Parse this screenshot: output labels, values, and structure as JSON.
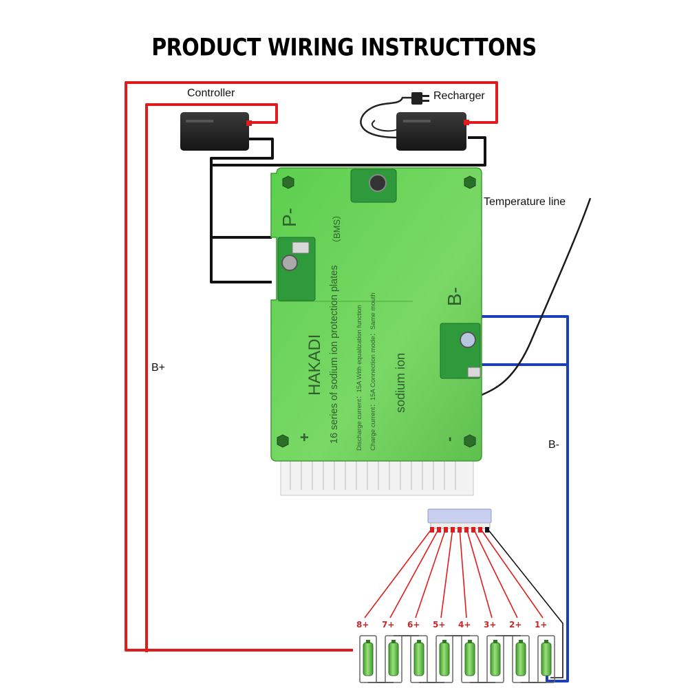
{
  "title": "PRODUCT WIRING INSTRUCTTONS",
  "labels": {
    "controller": "Controller",
    "recharger": "Recharger",
    "temperature_line": "Temperature line",
    "b_plus": "B+",
    "b_minus": "B-"
  },
  "board": {
    "p_minus": "P-",
    "b_minus": "B-",
    "bms": "（BMS）",
    "brand": "HAKADI",
    "description": "16 series of sodium ion protection plates",
    "discharge": "Discharge current：15A   With equalization function",
    "charge": "Charge current：15A   Connection mode：Same mouth",
    "chemistry": "sodium ion",
    "plus": "+",
    "minus": "-"
  },
  "cells": [
    "8+",
    "7+",
    "6+",
    "5+",
    "4+",
    "3+",
    "2+",
    "1+"
  ],
  "colors": {
    "positive_wire": "#e01b1b",
    "negative_wire": "#1c3fb8",
    "signal_wire": "#111111",
    "board_green": "#6fd05a",
    "cell_green": "#6cc644"
  }
}
